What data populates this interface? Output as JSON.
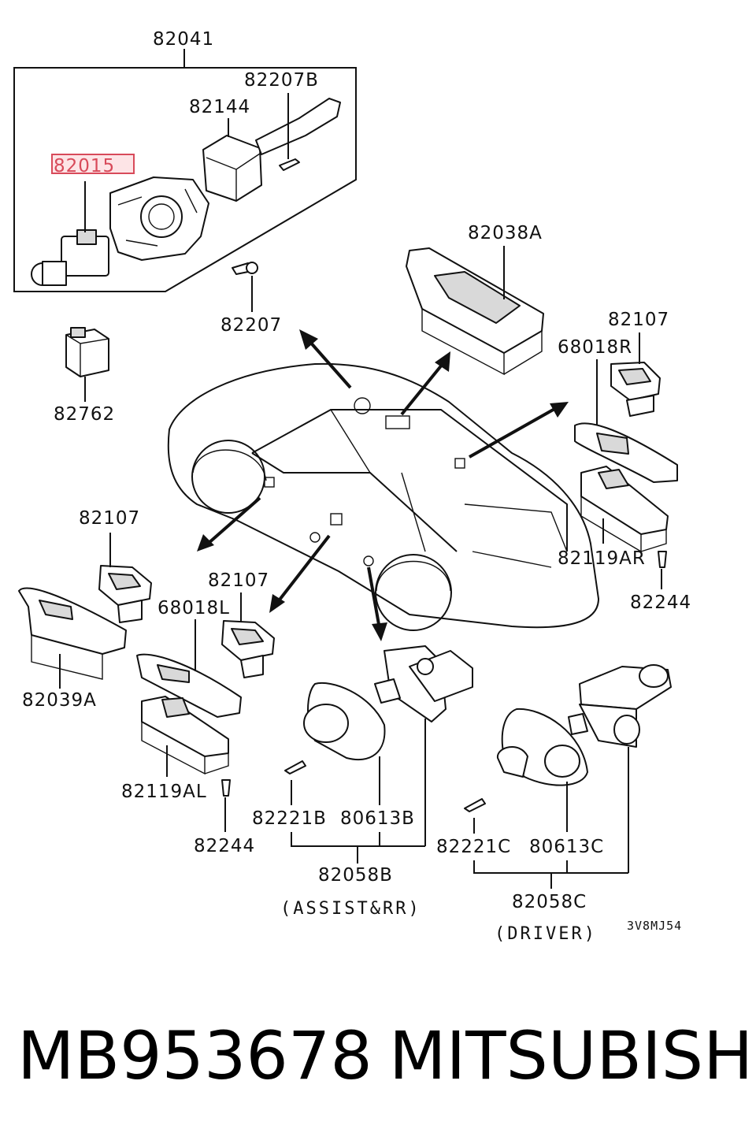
{
  "labels": {
    "p82041": "82041",
    "p82207B": "82207B",
    "p82144": "82144",
    "p82015": "82015",
    "p82207": "82207",
    "p82038A": "82038A",
    "p82107_r": "82107",
    "p68018R": "68018R",
    "p82762": "82762",
    "p82107_l": "82107",
    "p82107_c": "82107",
    "p68018L": "68018L",
    "p82039A": "82039A",
    "p82119AR": "82119AR",
    "p82244_r": "82244",
    "p82119AL": "82119AL",
    "p82244_l": "82244",
    "p82221B": "82221B",
    "p80613B": "80613B",
    "p82058B": "82058B",
    "sub_assist": "(ASSIST&RR)",
    "p82221C": "82221C",
    "p80613C": "80613C",
    "p82058C": "82058C",
    "sub_driver": "(DRIVER)",
    "diagram_code": "3V8MJ54"
  },
  "highlight": {
    "part": "82015",
    "color": "#d84a5a",
    "box_fill": "#fde4e6"
  },
  "footer": {
    "part_number": "MB953678",
    "brand": "MITSUBISHI"
  }
}
